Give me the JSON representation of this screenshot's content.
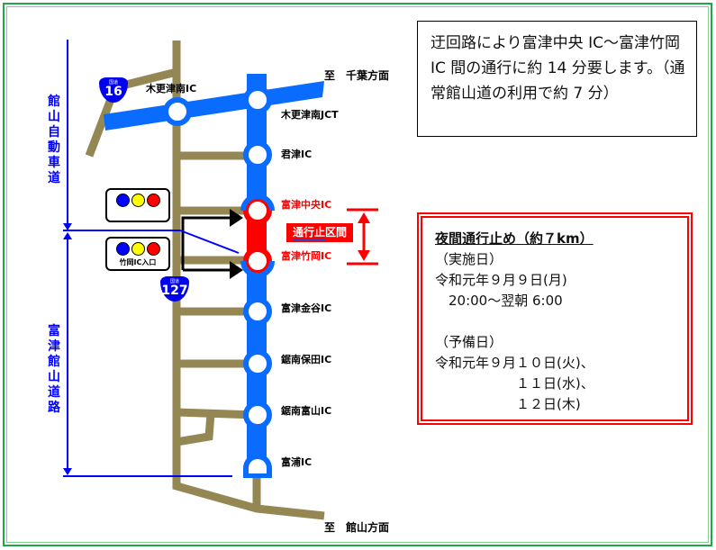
{
  "colors": {
    "expressway": "#0a6cff",
    "local_road": "#948753",
    "closed_section": "#ff0000",
    "guide_line": "#0000ff",
    "frame": "#1ea84a"
  },
  "directions": {
    "north": "至　千葉方面",
    "south": "至　館山方面"
  },
  "road_names": {
    "tateyama_expressway": "館山自動車道",
    "futtsu_tateyama_road": "富津館山道路"
  },
  "route_shields": [
    {
      "category": "国道",
      "number": "16"
    },
    {
      "category": "国道",
      "number": "127"
    }
  ],
  "interchanges": [
    {
      "name": "木更津南IC",
      "status": "open"
    },
    {
      "name": "木更津南JCT",
      "status": "open"
    },
    {
      "name": "君津IC",
      "status": "open"
    },
    {
      "name": "富津中央IC",
      "status": "closed"
    },
    {
      "name": "富津竹岡IC",
      "status": "closed"
    },
    {
      "name": "富津金谷IC",
      "status": "open"
    },
    {
      "name": "鋸南保田IC",
      "status": "open"
    },
    {
      "name": "鋸南富山IC",
      "status": "open"
    },
    {
      "name": "富浦IC",
      "status": "open"
    }
  ],
  "closed_section": {
    "label_underlined": "通行止",
    "label_rest": "区間"
  },
  "signals": [
    {
      "caption": ""
    },
    {
      "caption": "竹岡IC入口"
    }
  ],
  "info_box": {
    "text": "迂回路により富津中央 IC～富津竹岡 IC 間の通行に約 14 分要します。（通常館山道の利用で約 7 分）"
  },
  "notice": {
    "title": "夜間通行止め（約７km）",
    "lines": [
      "（実施日）",
      "令和元年９月９日(月)",
      "　20:00～翌朝 6:00",
      "",
      "（予備日）",
      "令和元年９月１０日(火)、",
      "　　　　　　１１日(水)、",
      "　　　　　　１２日(木)"
    ]
  }
}
